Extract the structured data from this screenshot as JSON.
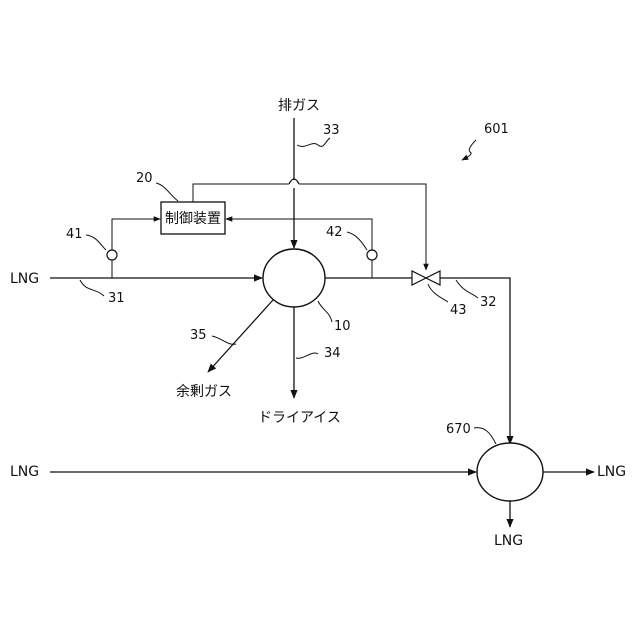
{
  "figure_ref": "601",
  "labels": {
    "exhaust_gas": "排ガス",
    "lng_left_top": "LNG",
    "lng_left_bottom": "LNG",
    "lng_right": "LNG",
    "lng_bottom": "LNG",
    "surplus_gas": "余剰ガス",
    "dry_ice": "ドライアイス",
    "controller": "制御装置"
  },
  "refs": {
    "r10": "10",
    "r20": "20",
    "r31": "31",
    "r32": "32",
    "r33": "33",
    "r34": "34",
    "r35": "35",
    "r41": "41",
    "r42": "42",
    "r43": "43",
    "r670": "670",
    "r601": "601"
  }
}
